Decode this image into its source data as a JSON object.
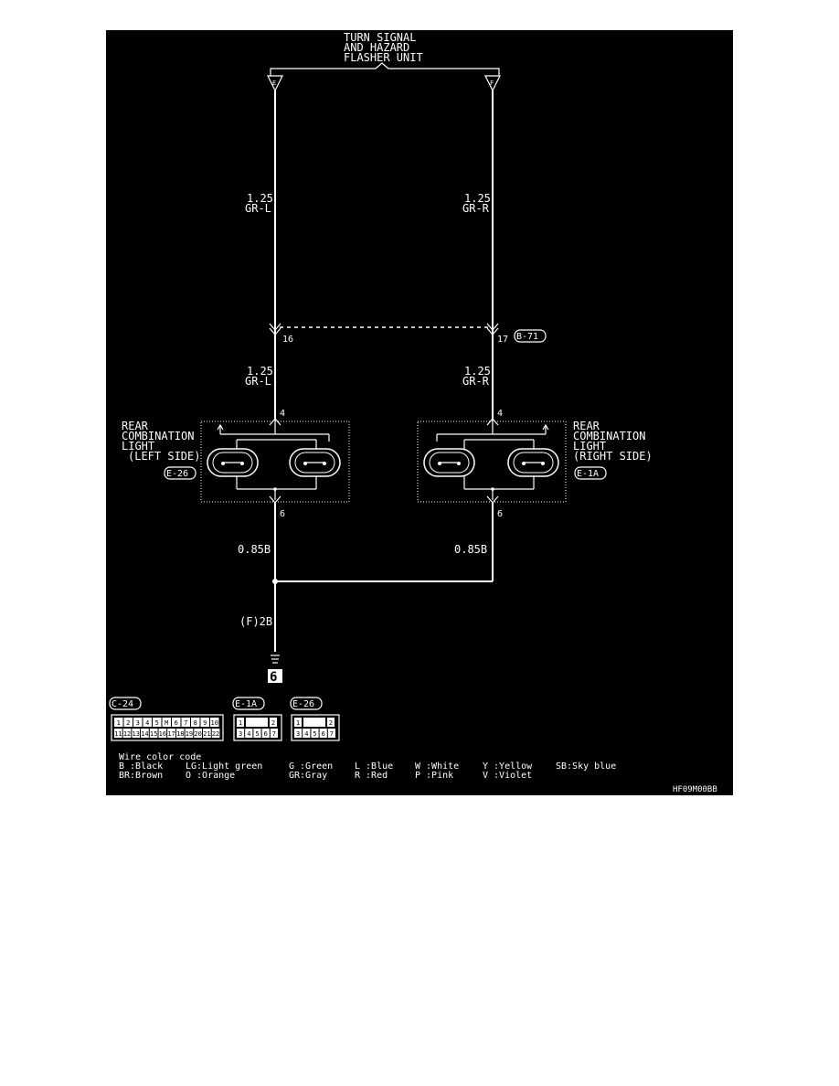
{
  "flasher_unit": {
    "line1": "TURN SIGNAL",
    "line2": "AND HAZARD",
    "line3": "FLASHER UNIT",
    "left_terminal": "E",
    "right_terminal": "F"
  },
  "wires": {
    "left_upper": {
      "size": "1.25",
      "color": "GR-L"
    },
    "right_upper": {
      "size": "1.25",
      "color": "GR-R"
    },
    "left_lower": {
      "size": "1.25",
      "color": "GR-L"
    },
    "right_lower": {
      "size": "1.25",
      "color": "GR-R"
    },
    "left_ground": "0.85B",
    "right_ground": "0.85B",
    "common_ground": "(F)2B"
  },
  "intermediate_connector": {
    "left_pin": "16",
    "right_pin": "17",
    "id": "B-71"
  },
  "left_light": {
    "line1": "REAR",
    "line2": "COMBINATION",
    "line3": "LIGHT",
    "line4": "(LEFT SIDE)",
    "connector": "E-26",
    "pin_in": "4",
    "pin_out": "6"
  },
  "right_light": {
    "line1": "REAR",
    "line2": "COMBINATION",
    "line3": "LIGHT",
    "line4": "(RIGHT SIDE)",
    "connector": "E-1A",
    "pin_in": "4",
    "pin_out": "6"
  },
  "ground_point": "6",
  "connectors": {
    "c24": {
      "label": "C-24",
      "row1": [
        "1",
        "2",
        "3",
        "4",
        "5",
        "M",
        "6",
        "7",
        "8",
        "9",
        "10"
      ],
      "row2": [
        "11",
        "12",
        "13",
        "14",
        "15",
        "16",
        "17",
        "18",
        "19",
        "20",
        "21",
        "22"
      ]
    },
    "e1a": {
      "label": "E-1A",
      "row1": [
        "1",
        "",
        "2"
      ],
      "row2": [
        "3",
        "4",
        "5",
        "6",
        "7"
      ]
    },
    "e26": {
      "label": "E-26",
      "row1": [
        "1",
        "",
        "2"
      ],
      "row2": [
        "3",
        "4",
        "5",
        "6",
        "7"
      ]
    }
  },
  "color_code": {
    "title": "Wire color code",
    "row1": [
      "B :Black",
      "LG:Light green",
      "G :Green",
      "L :Blue",
      "W :White",
      "Y :Yellow",
      "SB:Sky blue"
    ],
    "row2": [
      "BR:Brown",
      "O :Orange",
      "GR:Gray",
      "R :Red",
      "P :Pink",
      "V :Violet"
    ]
  },
  "figure_code": "HF09M00BB"
}
